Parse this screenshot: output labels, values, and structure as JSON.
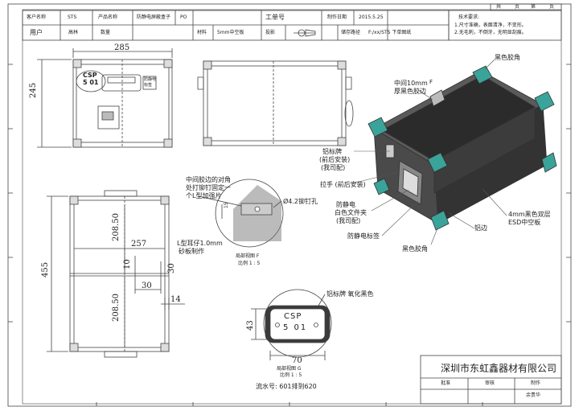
{
  "header": {
    "pager": {
      "total_label": "共",
      "total_unit": "页",
      "page_label": "第",
      "page_unit": "页"
    },
    "row1": {
      "customer_label": "客户名称",
      "customer_value": "STS",
      "product_label": "产品名称",
      "product_value": "防静电屏蔽盒子",
      "po_label": "PO",
      "job_label": "工单号",
      "date_label": "制作日期",
      "date_value": "2015.5.25"
    },
    "row2": {
      "user_label": "用户",
      "user_value": "高林",
      "qty_label": "数量",
      "material_label": "材料",
      "material_value": "5mm中空板",
      "angle_label": "投影",
      "path_label": "储存路径",
      "path_value": "F:/xx/STS 下单图纸"
    },
    "requirements": {
      "title": "技术要求:",
      "line1": "1.尺寸准确，表面清净，不变形。",
      "line2": "2.无毛刺，不倒牙，无明显刮痕。"
    }
  },
  "dims": {
    "front_width": "285",
    "front_height": "245",
    "bottom_inner_width": "257",
    "total_length": "455",
    "upper_half": "208.50",
    "lower_half": "208.50",
    "center_gap": "10",
    "ear_30a": "30",
    "ear_30b": "30",
    "ear_14": "14",
    "rivet": "Ø4.2铆钉孔",
    "bracket_15": "15",
    "plate_width": "70",
    "plate_height": "43"
  },
  "plate": {
    "text_top": "CSP",
    "text_num": "5 01",
    "handle_text_1": "防静电",
    "handle_text_2": "标签"
  },
  "views": {
    "detail_f_title": "局部视图 F",
    "detail_f_scale": "比例 1 : 5",
    "detail_g_title": "局部视图 G",
    "detail_g_scale": "比例 1 : 5",
    "iso_f_label": "F"
  },
  "annotations": {
    "black_corner_top": "黑色胶角",
    "mid_edge": "中间10mm",
    "mid_edge_2": "厚黑色胶边",
    "alu_plate_1": "铝标牌",
    "alu_plate_2": "(前后安装)",
    "alu_plate_3": "(我司配)",
    "handle_1": "拉手 (前后安装)",
    "esd_folder_1": "防静电",
    "esd_folder_2": "白色文件夹",
    "esd_folder_3": "(我司配)",
    "esd_label": "防静电标签",
    "black_corner_bottom": "黑色胶角",
    "alu_edge": "铝边",
    "board_1": "4mm黑色双层",
    "board_2": "ESD中空板",
    "corner_note_1": "中间胶边的对角",
    "corner_note_2": "处打铆钉固定一",
    "corner_note_3": "个L型加强片",
    "ear_note_1": "L型耳仔1.0mm",
    "ear_note_2": "砂板制作",
    "plate_note": "铝标牌 氧化黑色",
    "serial": "流水号: 601排到620"
  },
  "titleblock": {
    "company": "深圳市东虹鑫器材有限公司",
    "design_label": "批准",
    "review_label": "审核",
    "draw_label": "制作",
    "drawer_name": "余贵华"
  }
}
